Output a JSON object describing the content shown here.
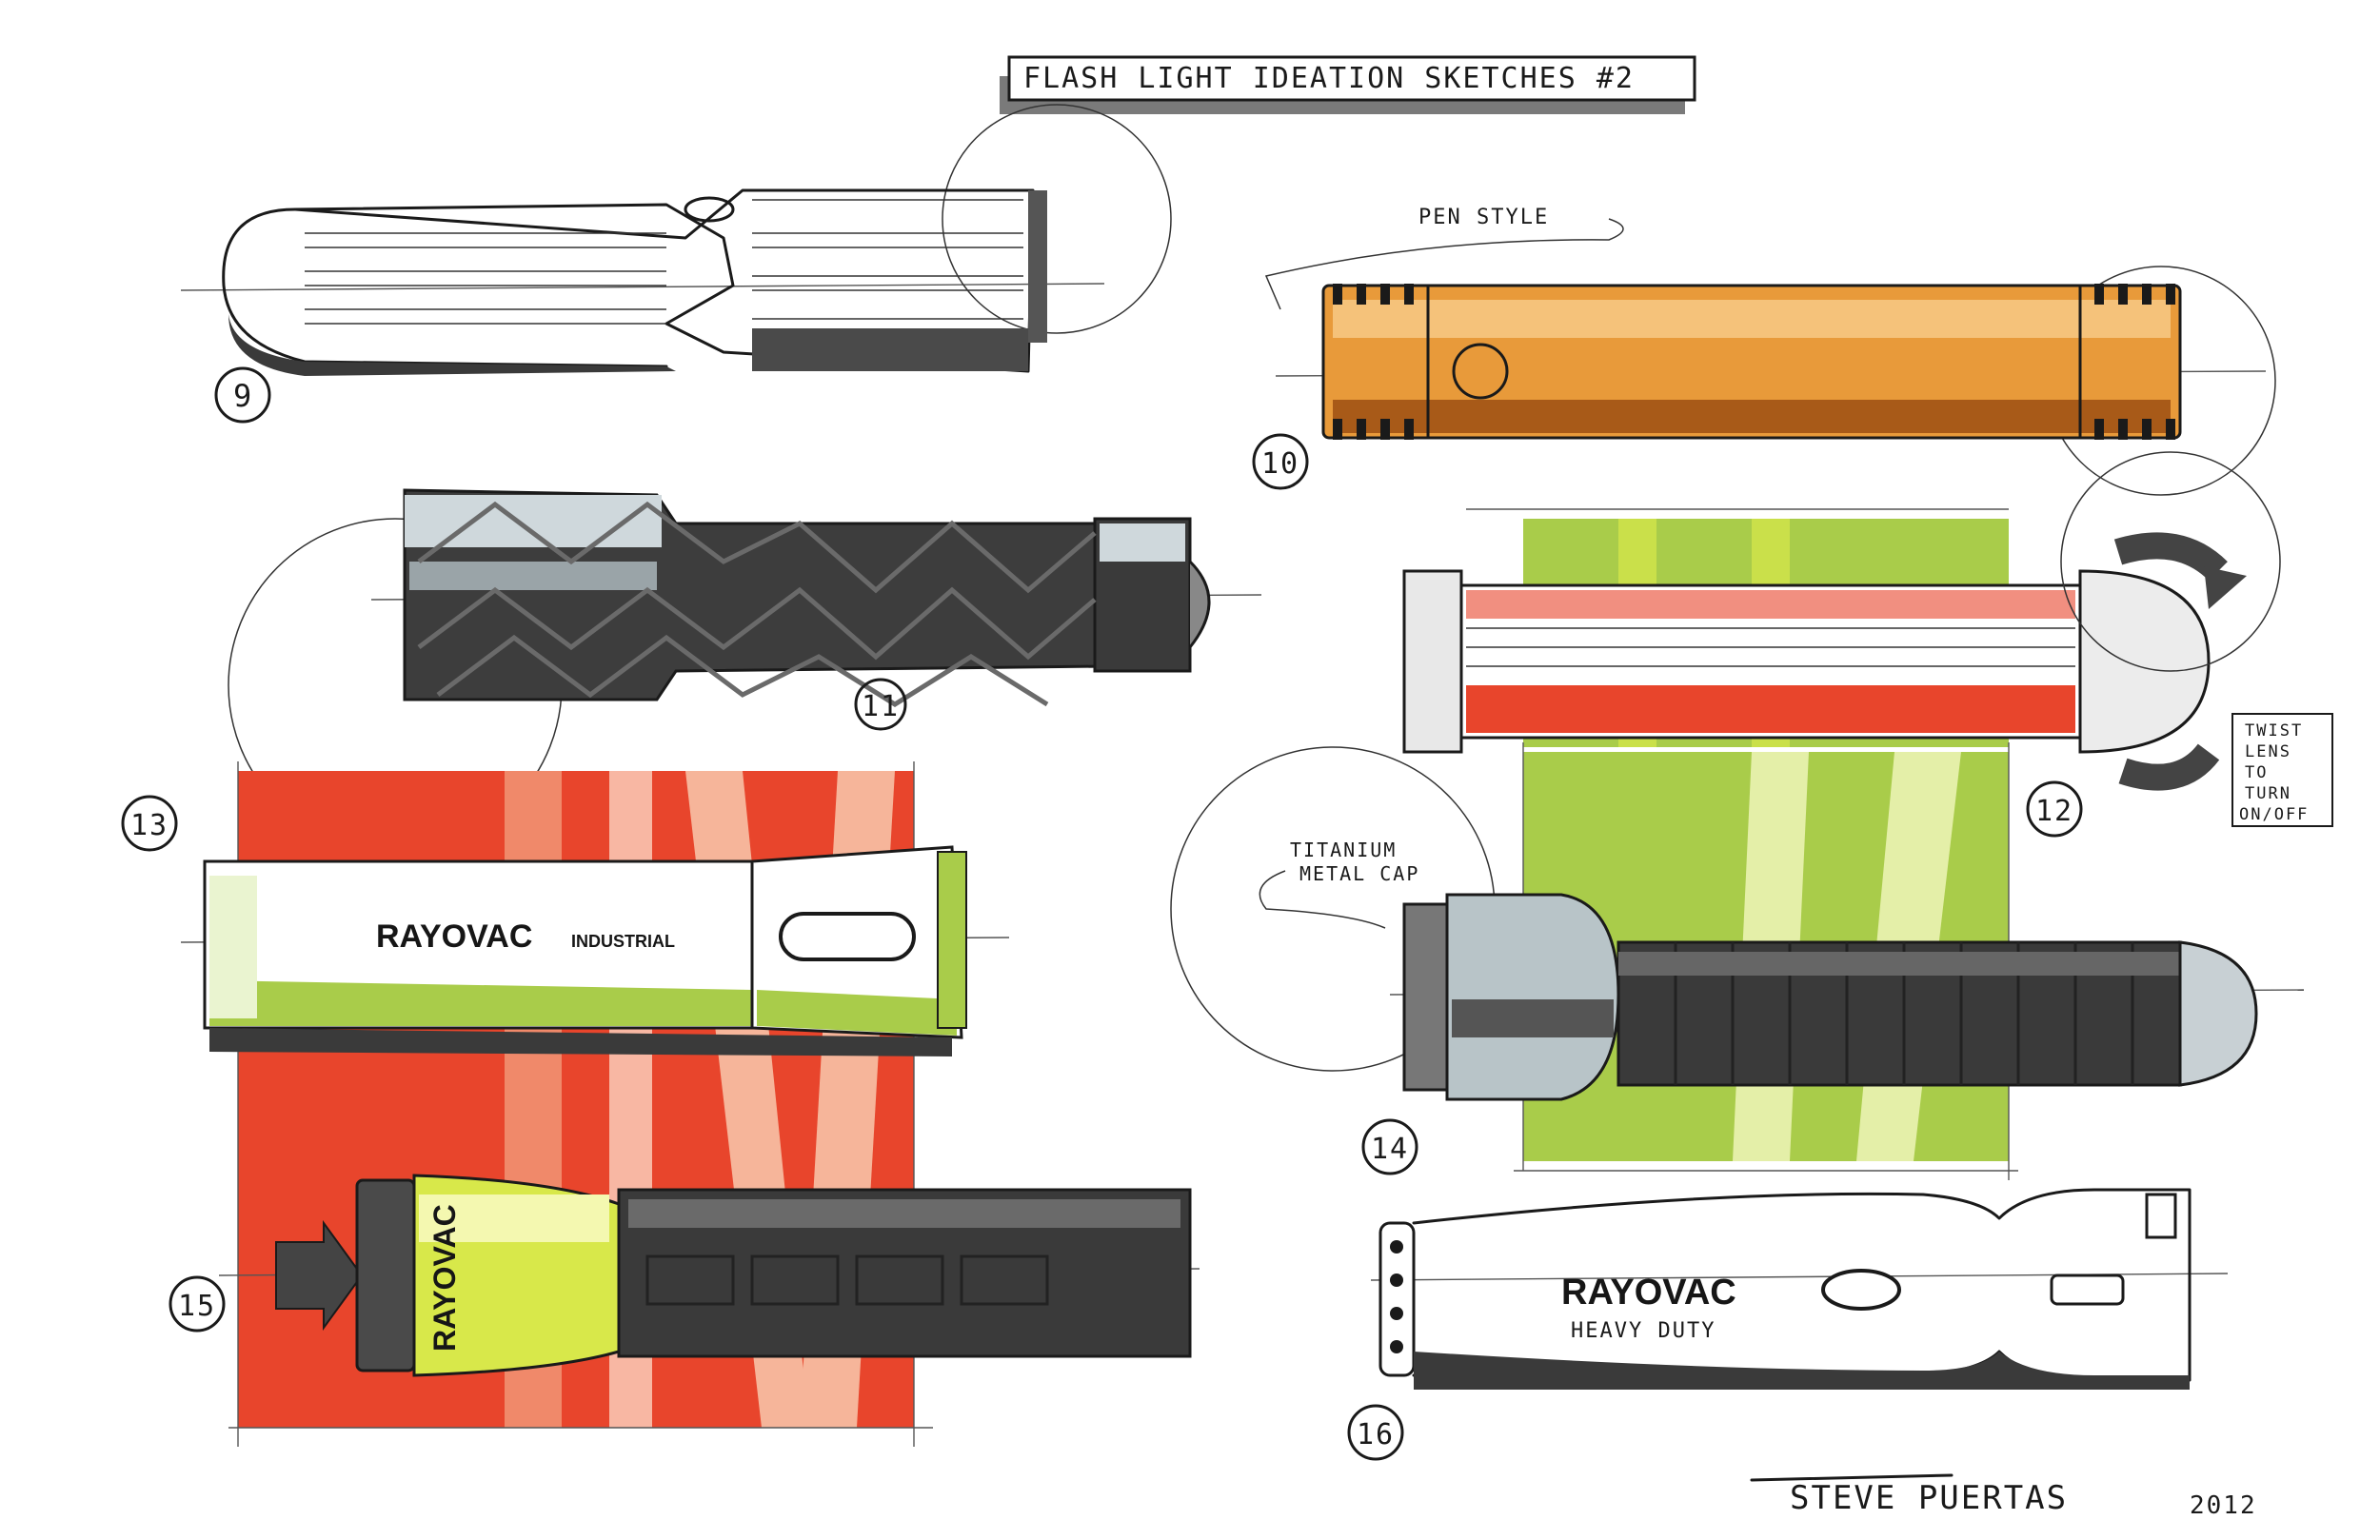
{
  "title": "FLASH LIGHT IDEATION SKETCHES #2",
  "labels": {
    "n9": "9",
    "n10": "10",
    "n11": "11",
    "n12": "12",
    "n13": "13",
    "n14": "14",
    "n15": "15",
    "n16": "16"
  },
  "annotations": {
    "pen_style": "PEN STYLE",
    "titanium_1": "TITANIUM",
    "titanium_2": "METAL CAP",
    "twist_1": "TWIST",
    "twist_2": "LENS",
    "twist_3": "TO",
    "twist_4": "TURN",
    "twist_5": "ON/OFF"
  },
  "brands": {
    "b13": "RAYOVAC",
    "b13_sub": "INDUSTRIAL",
    "b15": "RAYOVAC",
    "b16": "RAYOVAC",
    "b16_sub": "HEAVY DUTY"
  },
  "signature": {
    "name": "STEVE PUERTAS",
    "year": "2012"
  },
  "colors": {
    "orange": "#e89a3a",
    "red": "#e8452c",
    "green": "#a9cc4a",
    "lime": "#d8e84a",
    "dark": "#3a3a3a"
  }
}
